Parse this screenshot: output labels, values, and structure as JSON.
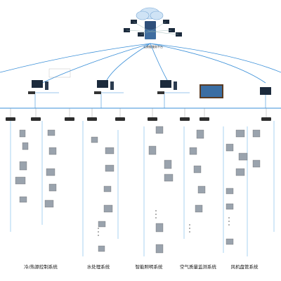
{
  "cloud_platform": {
    "label": "云数据服务平台"
  },
  "systems": [
    {
      "label": "冷/热源控制系统"
    },
    {
      "label": "水处理系统"
    },
    {
      "label": "智能照明系统"
    },
    {
      "label": "空气质量监测系统"
    },
    {
      "label": "风机盘管系统"
    }
  ],
  "colors": {
    "bus_line": "#3a8fd8",
    "device_line": "#6fb6e6",
    "gray": "#888888"
  }
}
